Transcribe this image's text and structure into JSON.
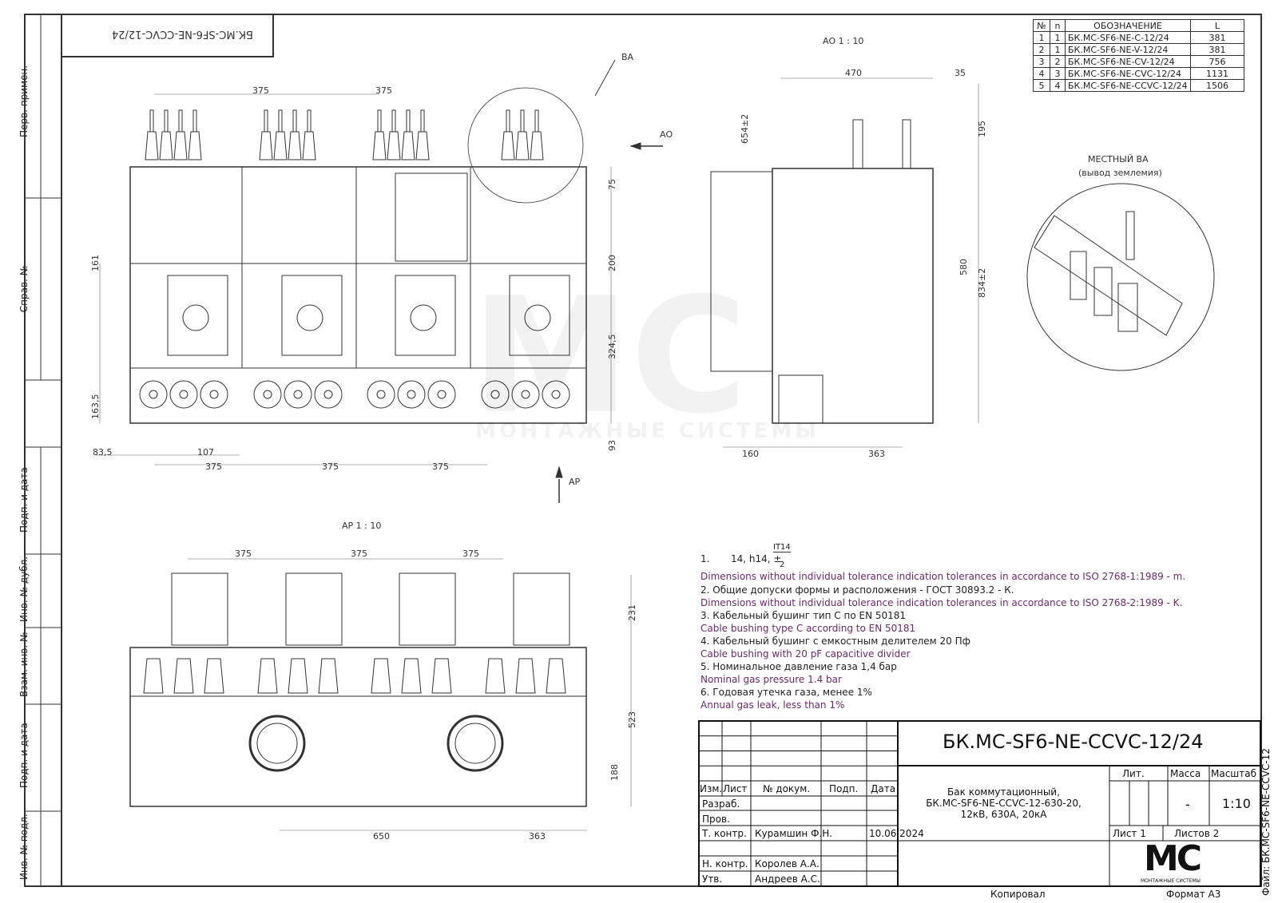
{
  "stamp_top": "БК.МС-SF6-NE-CCVC-12/24",
  "left_strip": [
    "Перв. примен.",
    "Справ. №",
    "Подп. и дата",
    "Инв. № дубл.",
    "Взам. инв. №",
    "Подп. и дата",
    "Инв. № подл."
  ],
  "views": {
    "ao": "АО 1 : 10",
    "ap": "АР 1 : 10",
    "ba": "ВА",
    "ao_arrow": "АО",
    "ap_arrow": "АР",
    "local_title": "МЕСТНЫЙ ВА",
    "local_sub": "(вывод землемия)"
  },
  "dims": {
    "front": [
      "375",
      "375",
      "161",
      "75",
      "200",
      "324,5",
      "163,5",
      "93",
      "83,5",
      "107",
      "375",
      "375",
      "375"
    ],
    "side": [
      "470",
      "35",
      "654±2",
      "195",
      "580",
      "834±2",
      "160",
      "363"
    ],
    "bottom": [
      "375",
      "375",
      "375",
      "231",
      "523",
      "188",
      "650",
      "363"
    ]
  },
  "spec_table": {
    "headers": [
      "№",
      "n",
      "ОБОЗНАЧЕНИЕ",
      "L"
    ],
    "rows": [
      [
        "1",
        "1",
        "БК.МС-SF6-NE-C-12/24",
        "381"
      ],
      [
        "2",
        "1",
        "БК.МС-SF6-NE-V-12/24",
        "381"
      ],
      [
        "3",
        "2",
        "БК.МС-SF6-NE-CV-12/24",
        "756"
      ],
      [
        "4",
        "3",
        "БК.МС-SF6-NE-CVC-12/24",
        "1131"
      ],
      [
        "5",
        "4",
        "БК.МС-SF6-NE-CCVC-12/24",
        "1506"
      ]
    ]
  },
  "notes": {
    "n1_num": "1.",
    "n1_text": "14, h14, ±",
    "n1_frac_top": "IT14",
    "n1_frac_bot": "2",
    "n1_en": "Dimensions without individual tolerance indication tolerances in accordance to ISO 2768-1:1989 - m.",
    "n2_ru": "2.      Общие допуски формы и расположения - ГОСТ 30893.2 - К.",
    "n2_en": "Dimensions without individual tolerance indication tolerances in accordance to ISO 2768-2:1989 - K.",
    "n3_ru": "3.      Кабельный бушинг тип С по EN 50181",
    "n3_en": "Cable bushing type C according to EN 50181",
    "n4_ru": "4.      Кабельный бушинг с емкостным делителем 20 Пф",
    "n4_en": "Cable bushing with 20 pF capacitive divider",
    "n5_ru": "5.      Номинальное давление газа 1,4 бар",
    "n5_en": "Nominal gas pressure 1.4 bar",
    "n6_ru": "6.      Годовая утечка газа, менее 1%",
    "n6_en": "Annual gas leak, less than 1%"
  },
  "title_block": {
    "designation": "БК.МС-SF6-NE-CCVC-12/24",
    "name_l1": "Бак коммутационный,",
    "name_l2": "БК.МС-SF6-NE-CCVC-12-630-20,",
    "name_l3": "12кВ, 630А, 20кА",
    "hdr": [
      "Изм.",
      "Лист",
      "№ докум.",
      "Подп.",
      "Дата"
    ],
    "roles": [
      "Разраб.",
      "Пров.",
      "Т. контр.",
      "",
      "Н. контр.",
      "Утв."
    ],
    "names": [
      "",
      "",
      "Курамшин Ф.Н.",
      "",
      "Королев А.А.",
      "Андреев А.С."
    ],
    "date": "10.06.2024",
    "lit": "Лит.",
    "mass": "Масса",
    "scale": "Масштаб",
    "mass_val": "-",
    "scale_val": "1:10",
    "sheet": "Лист 1",
    "sheets": "Листов 2",
    "logo": "МС",
    "logo_sub": "МОНТАЖНЫЕ СИСТЕМЫ",
    "copied": "Копировал",
    "format": "Формат А3",
    "file": "Файл: БК.МС-SF6-NE-CCVC-12"
  },
  "watermark": {
    "logo": "МС",
    "text": "МОНТАЖНЫЕ СИСТЕМЫ"
  }
}
